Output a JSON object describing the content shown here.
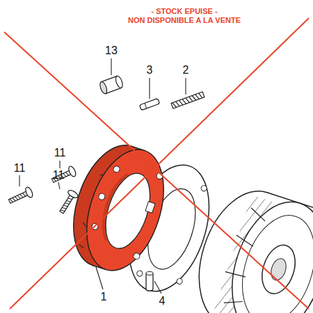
{
  "diagram": {
    "labels": [
      "- STOCK EPUISE -",
      "NON DISPONIBLE A LA VENTE",
      "13",
      "3",
      "2",
      "11",
      "11",
      "11",
      "1",
      "4"
    ]
  }
}
